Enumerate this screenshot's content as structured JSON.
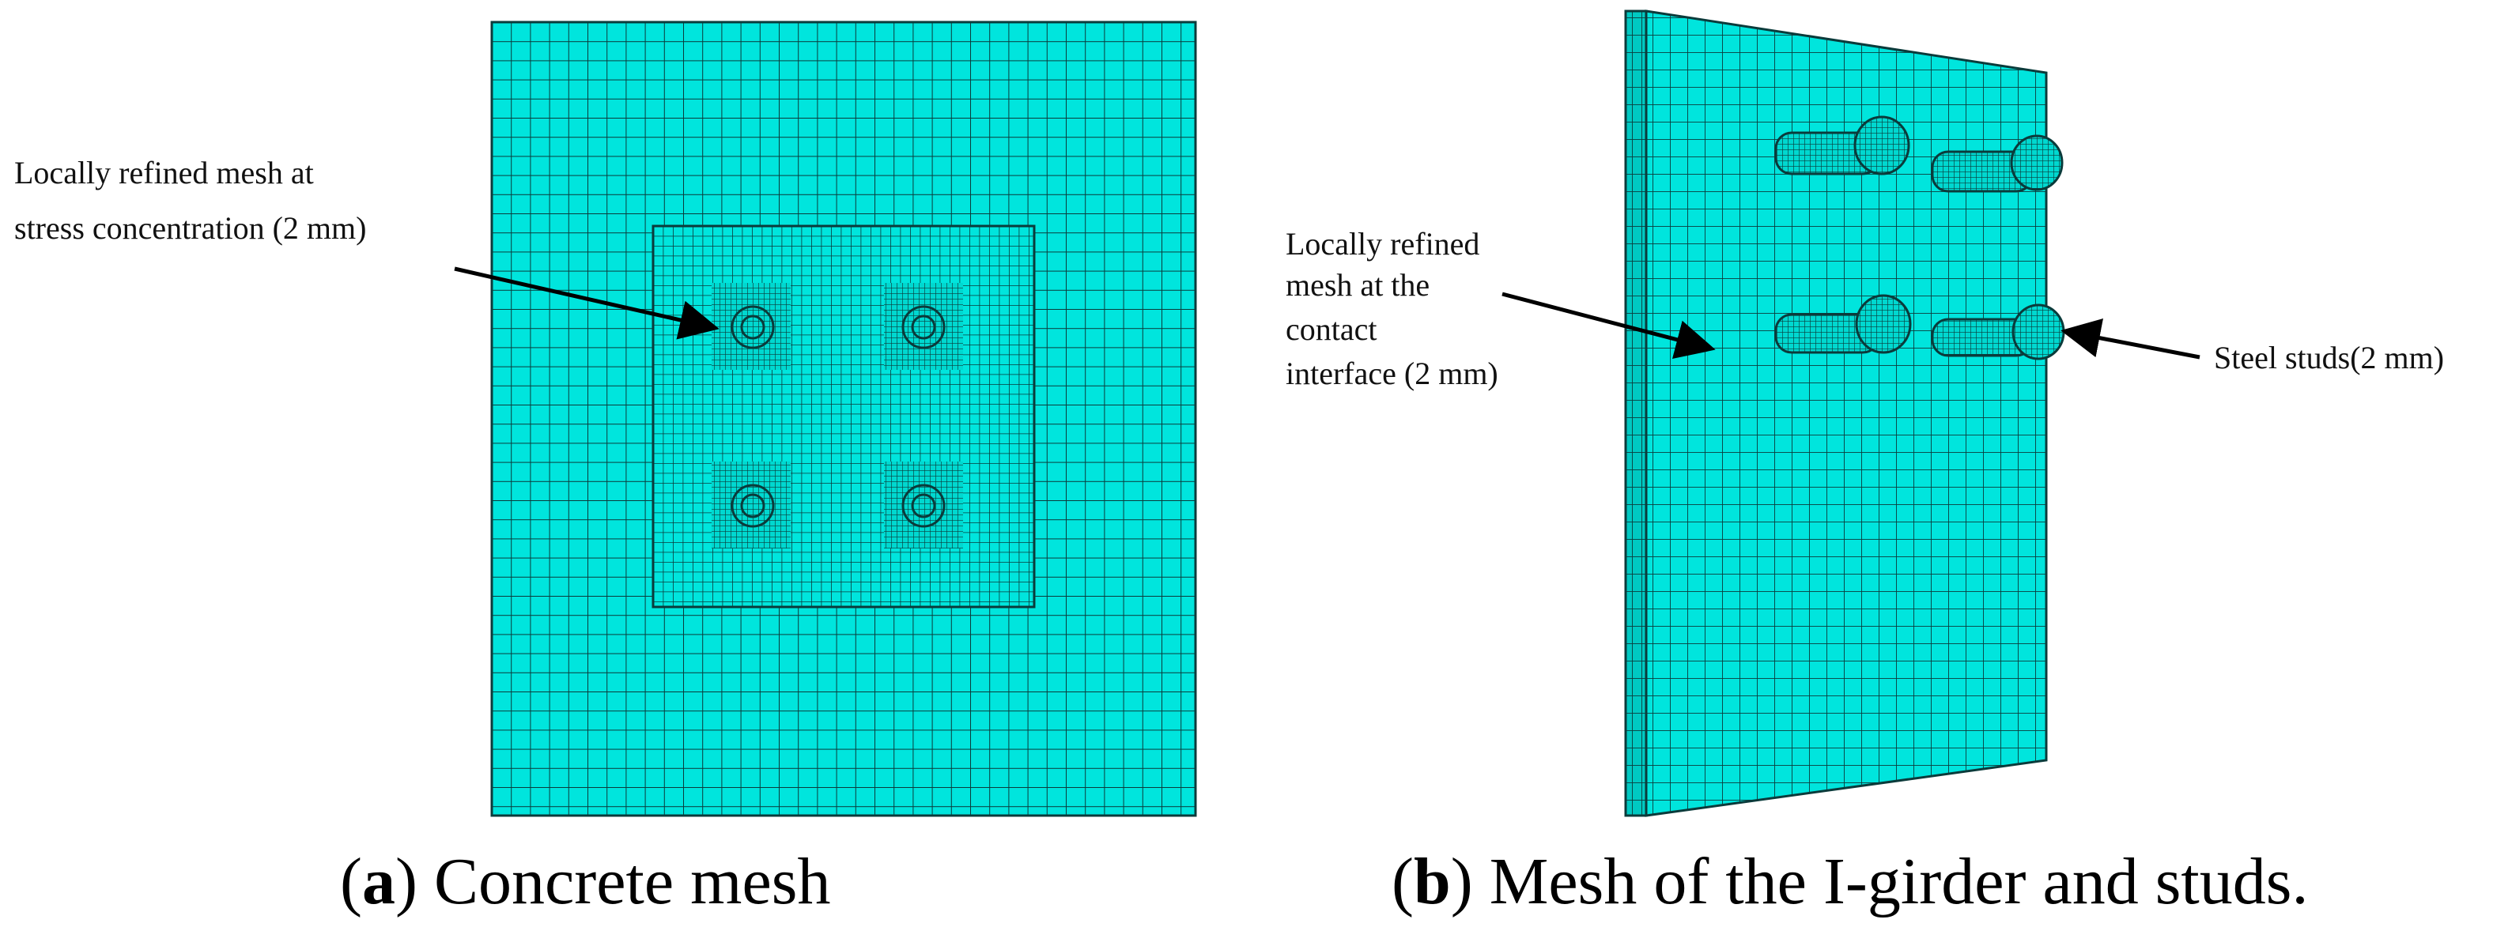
{
  "panel_a": {
    "caption_letter": "a",
    "caption_text": "Concrete mesh",
    "annotation": {
      "line1": "Locally refined mesh at",
      "line2": "stress concentration (2 mm)"
    }
  },
  "panel_b": {
    "caption_letter": "b",
    "caption_text": "Mesh of the I-girder and studs.",
    "annotation_left": {
      "line1": "Locally refined",
      "line2": "mesh at the",
      "line3": "contact",
      "line4": "interface (2 mm)"
    },
    "annotation_right": "Steel studs(2 mm)"
  },
  "colors": {
    "mesh_fill": "#00E5DD",
    "mesh_line": "#0b3b3b",
    "annotation_arrow": "#000000"
  }
}
